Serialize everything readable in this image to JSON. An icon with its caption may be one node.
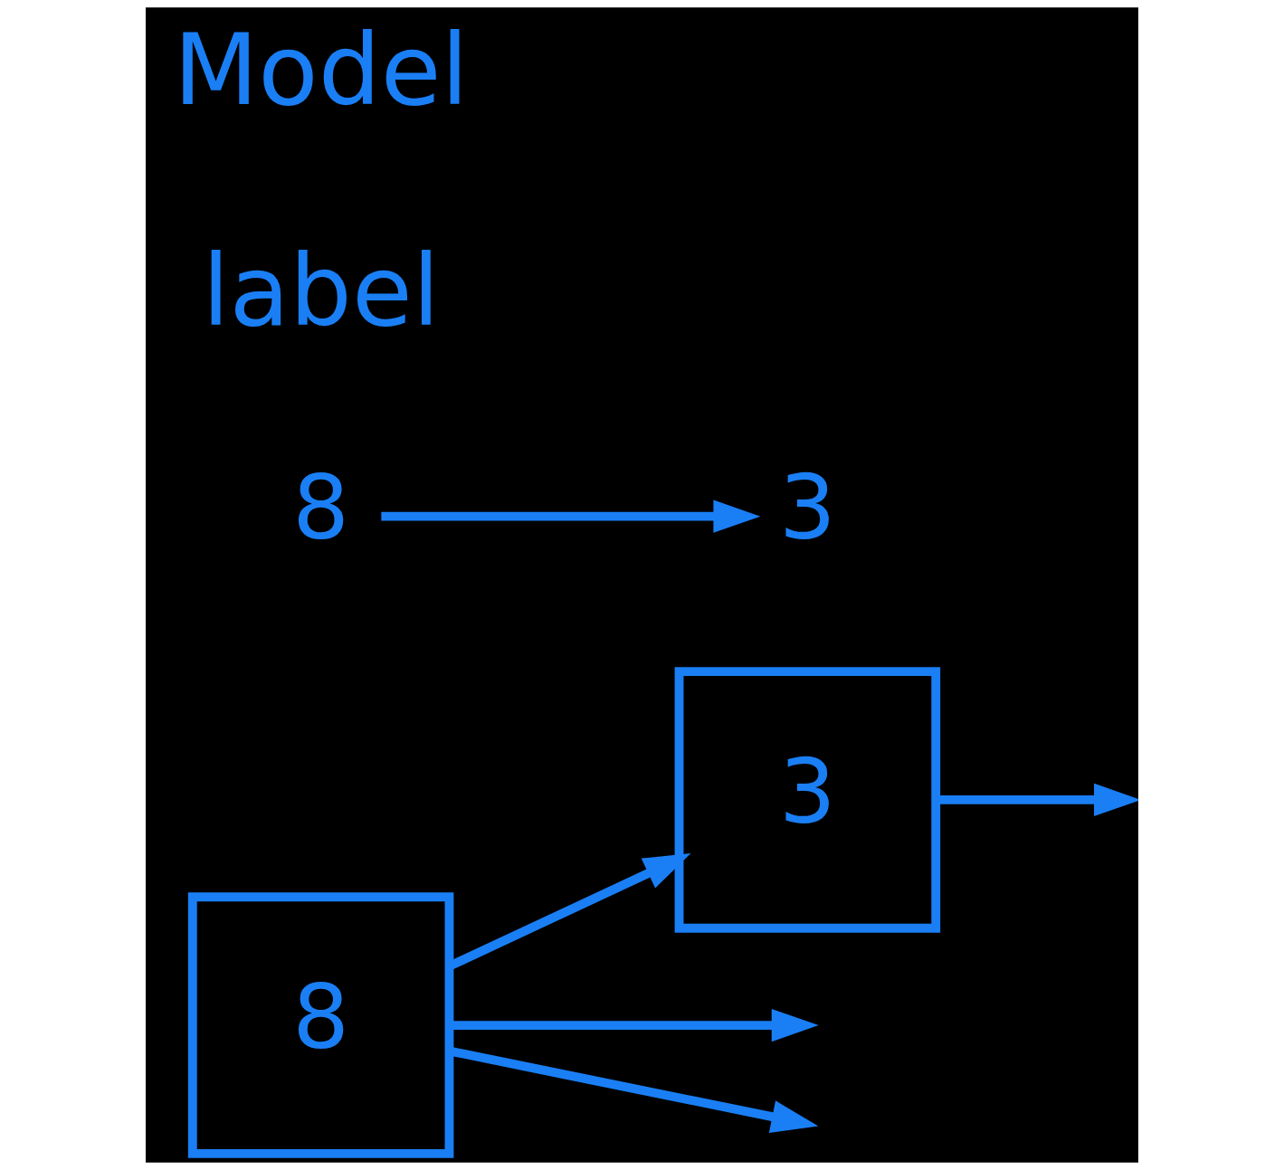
{
  "diagram": {
    "nodes": [
      {
        "text": [
          "8"
        ]
      },
      {
        "text": [
          "3"
        ]
      },
      {
        "text": [
          "8"
        ]
      },
      {
        "text": [
          "3"
        ]
      }
    ],
    "edges": [
      {
        "from": 0,
        "to": 1,
        "arrow": "to"
      },
      {
        "from": 0,
        "to": null,
        "arrow": "to"
      },
      {
        "from": 0,
        "to": null,
        "arrow": "to"
      },
      {
        "from": 1,
        "to": null,
        "arrow": "to"
      },
      {
        "from": 2,
        "to": 3,
        "arrow": "to"
      }
    ],
    "labels": [
      "label",
      "Model"
    ]
  }
}
